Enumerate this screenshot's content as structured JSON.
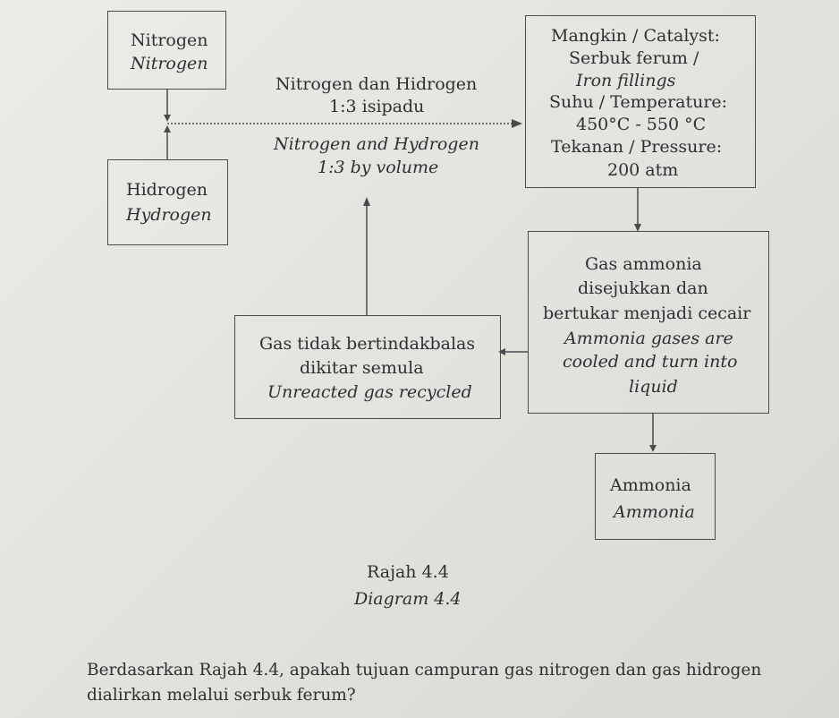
{
  "nitrogen_box": {
    "ms": "Nitrogen",
    "en": "Nitrogen"
  },
  "hydrogen_box": {
    "ms": "Hidrogen",
    "en": "Hydrogen"
  },
  "mixture_label": {
    "ms_line1": "Nitrogen dan Hidrogen",
    "ms_line2": "1:3 isipadu",
    "en_line1": "Nitrogen and Hydrogen",
    "en_line2": "1:3 by volume"
  },
  "catalyst_box": {
    "l1": "Mangkin / Catalyst:",
    "l2": "Serbuk ferum /",
    "l3": "Iron fillings",
    "l4": "Suhu / Temperature:",
    "l5": "450°C - 550 °C",
    "l6": "Tekanan / Pressure:",
    "l7": "200 atm"
  },
  "cooling_box": {
    "l1": "Gas ammonia",
    "l2": "disejukkan dan",
    "l3": "bertukar menjadi cecair",
    "l4": "Ammonia gases are",
    "l5": "cooled and turn into",
    "l6": "liquid"
  },
  "recycle_box": {
    "l1": "Gas tidak bertindakbalas",
    "l2": "dikitar semula",
    "l3": "Unreacted gas recycled"
  },
  "ammonia_box": {
    "ms": "Ammonia",
    "en": "Ammonia"
  },
  "caption": {
    "ms": "Rajah 4.4",
    "en": "Diagram 4.4"
  },
  "question": {
    "line1": "Berdasarkan Rajah 4.4, apakah tujuan campuran gas nitrogen dan gas hidrogen",
    "line2": "dialirkan melalui serbuk ferum?"
  }
}
